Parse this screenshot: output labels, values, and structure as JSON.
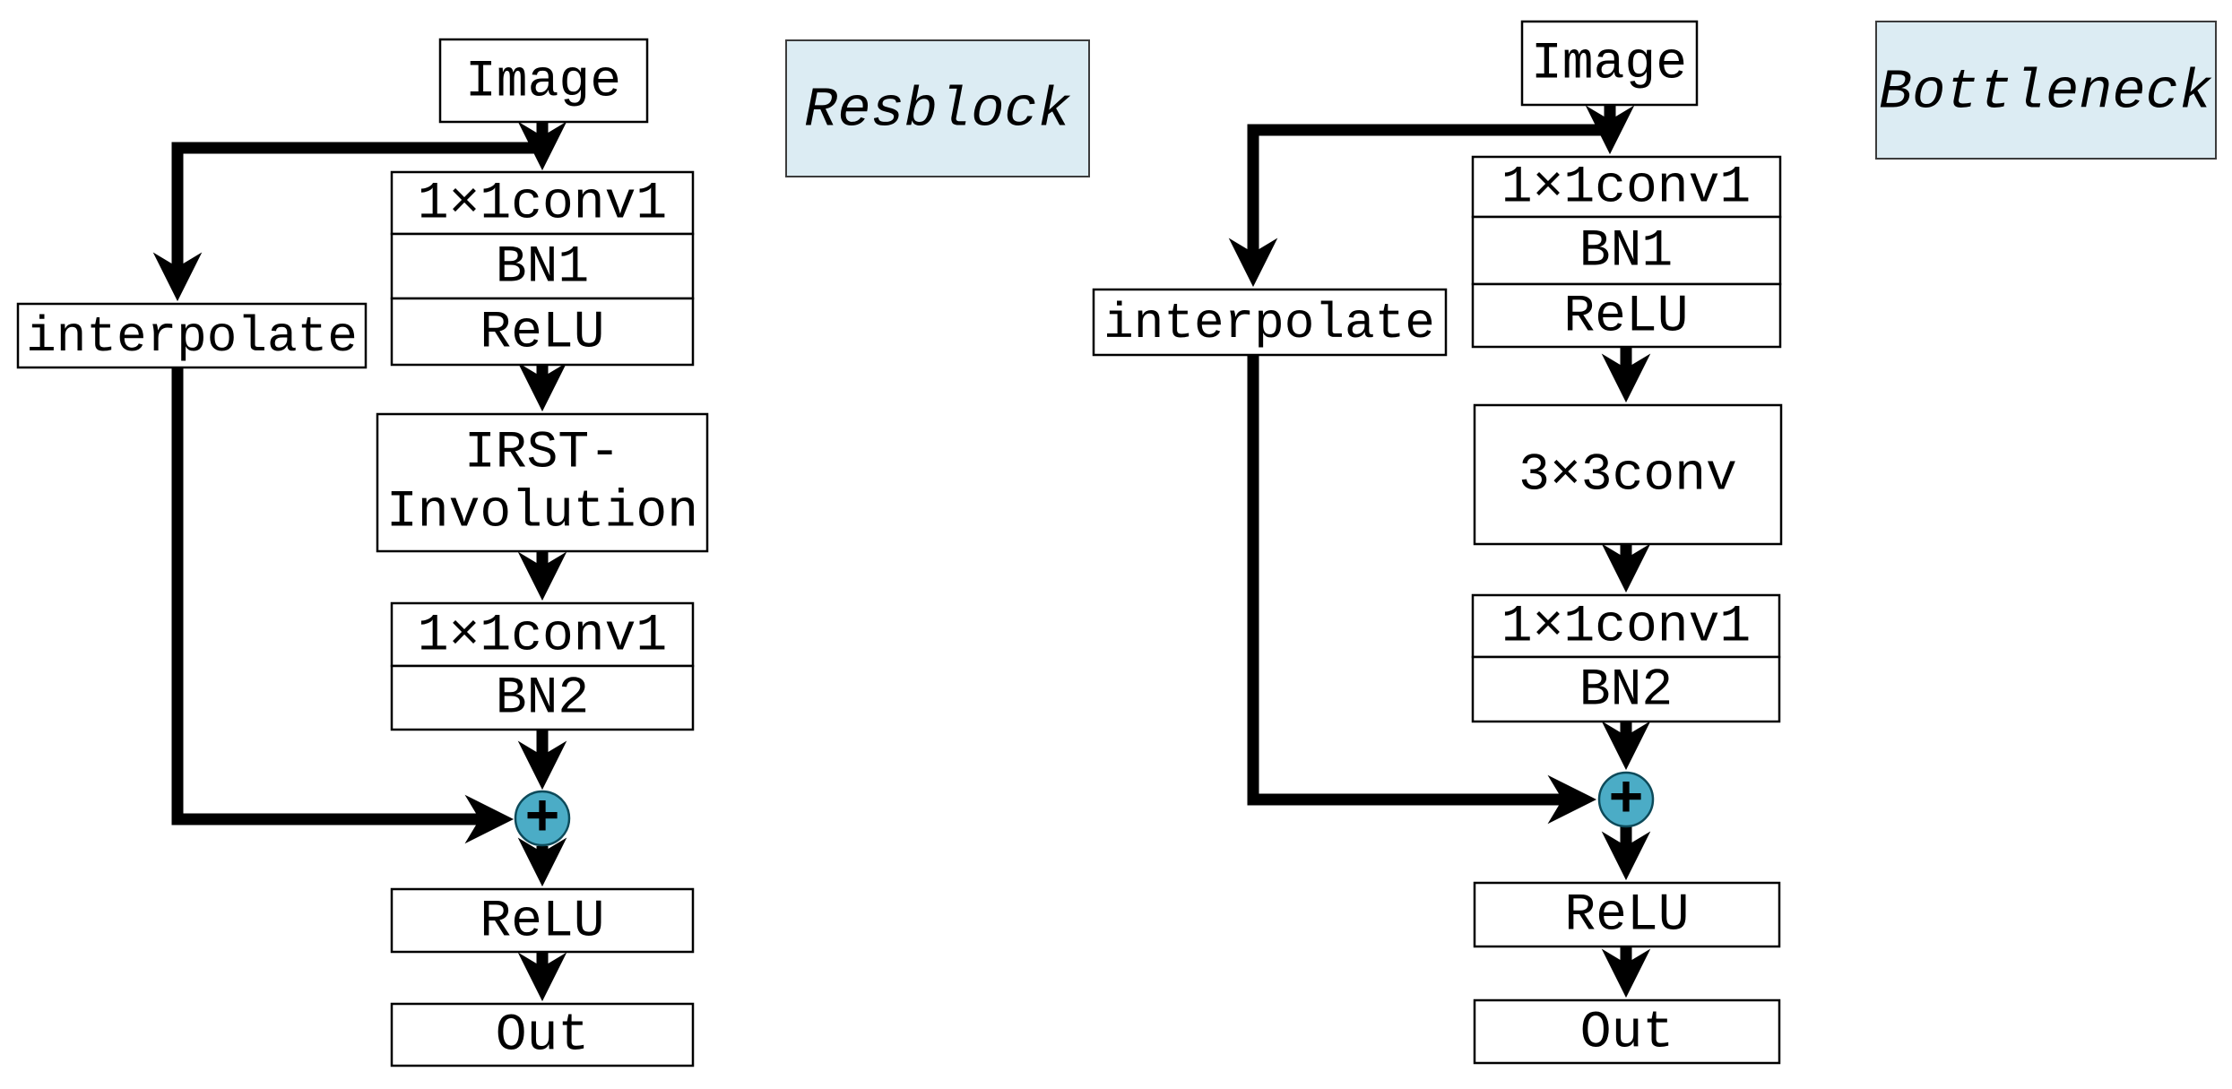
{
  "figure": {
    "left": {
      "title": "Resblock",
      "nodes": {
        "image": "Image",
        "conv1": "1×1conv1",
        "bn1": "BN1",
        "relu1": "ReLU",
        "mid_line1": "IRST-",
        "mid_line2": "Involution",
        "conv2": "1×1conv1",
        "bn2": "BN2",
        "plus": "+",
        "relu2": "ReLU",
        "out": "Out",
        "interpolate": "interpolate"
      }
    },
    "right": {
      "title": "Bottleneck",
      "nodes": {
        "image": "Image",
        "conv1": "1×1conv1",
        "bn1": "BN1",
        "relu1": "ReLU",
        "mid": "3×3conv",
        "conv2": "1×1conv1",
        "bn2": "BN2",
        "plus": "+",
        "relu2": "ReLU",
        "out": "Out",
        "interpolate": "interpolate"
      }
    },
    "colors": {
      "background": "#ffffff",
      "node_fill": "#ffffff",
      "node_border": "#000000",
      "title_fill": "#dcecf3",
      "title_border": "#3c3c3c",
      "arrow": "#000000",
      "plus_fill": "#4bacc6",
      "plus_border": "#0d4a5a"
    }
  }
}
